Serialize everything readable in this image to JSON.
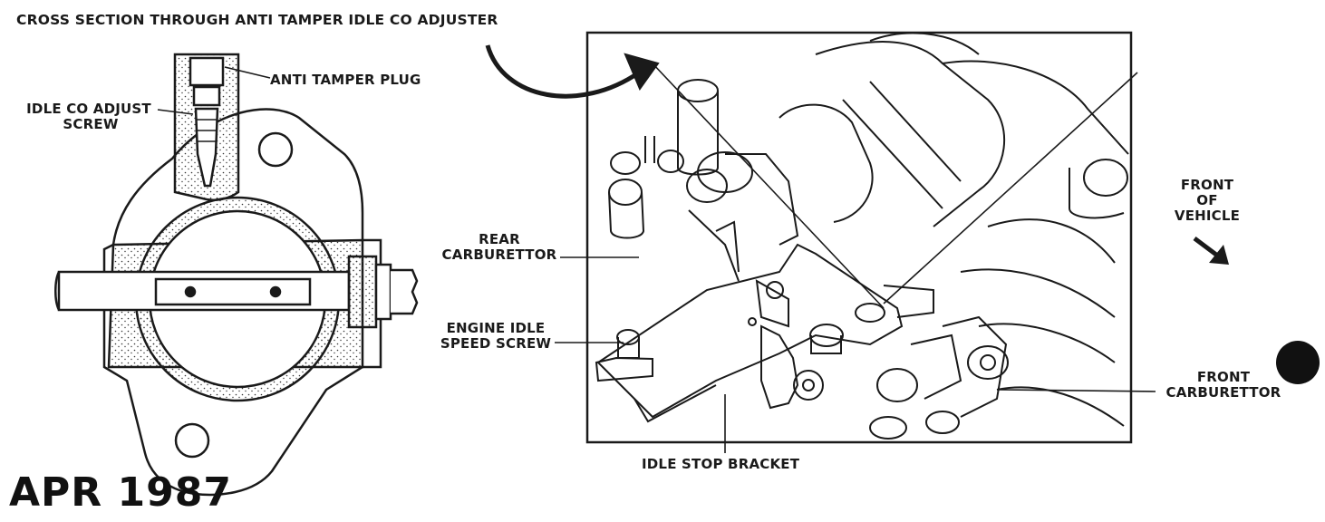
{
  "title": "CROSS SECTION THROUGH ANTI TAMPER IDLE CO ADJUSTER",
  "labels": {
    "anti_tamper_plug": "ANTI TAMPER PLUG",
    "idle_co_adjust_1": "IDLE CO ADJUST",
    "idle_co_adjust_2": "SCREW",
    "rear_carb_1": "REAR",
    "rear_carb_2": "CARBURETTOR",
    "engine_idle_1": "ENGINE IDLE",
    "engine_idle_2": "SPEED SCREW",
    "idle_stop_bracket": "IDLE STOP BRACKET",
    "front_vehicle_1": "FRONT",
    "front_vehicle_2": "OF",
    "front_vehicle_3": "VEHICLE",
    "front_carb_1": "FRONT",
    "front_carb_2": "CARBURETTOR"
  },
  "stamp": "APR 1987",
  "colors": {
    "ink": "#1a1a1a",
    "paper": "#ffffff"
  },
  "icons": [
    "curved-arrow-icon",
    "direction-arrow-icon",
    "filled-circle-icon"
  ]
}
